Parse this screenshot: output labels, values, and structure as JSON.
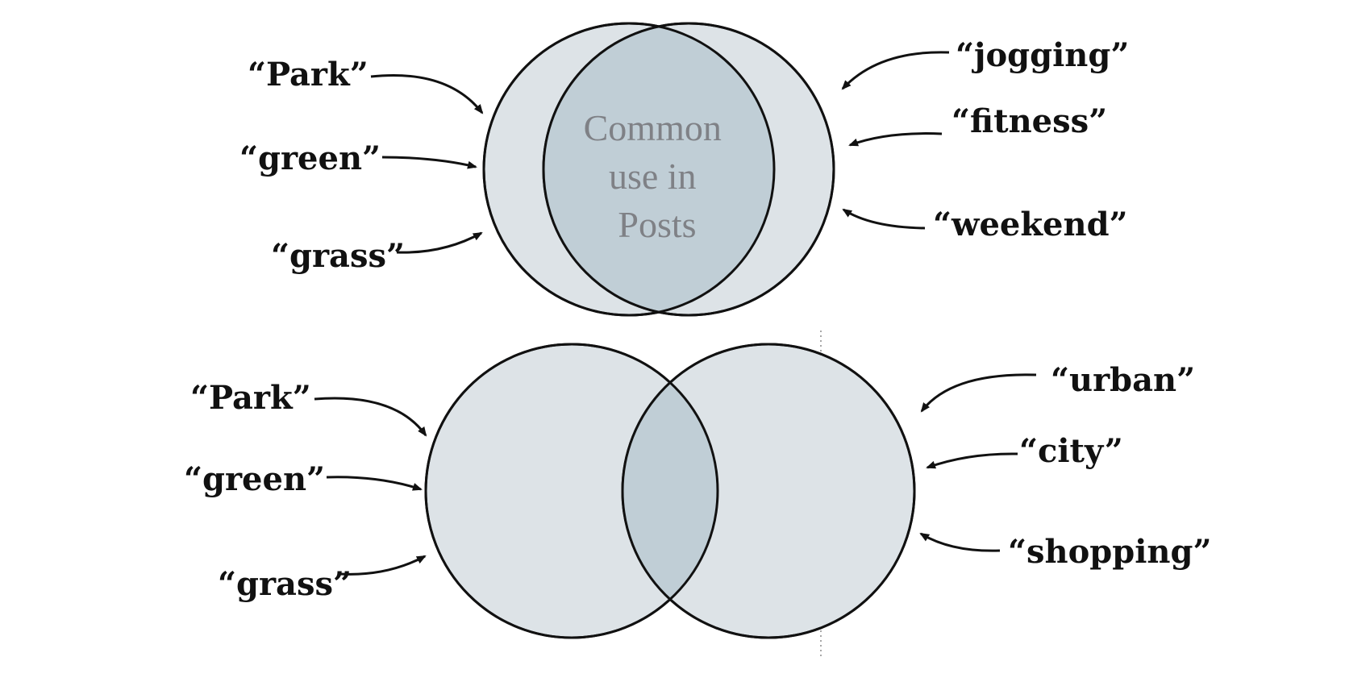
{
  "colors": {
    "circle_fill": "#dde3e7",
    "overlap_fill": "#c0ced6",
    "outline": "#111111",
    "center_text": "#7f8186"
  },
  "top_venn": {
    "left_terms": [
      "“Park”",
      "“green”",
      "“grass”"
    ],
    "right_terms": [
      "“jogging”",
      "“fitness”",
      "“weekend”"
    ],
    "overlap_label": [
      "Common",
      "use in",
      "Posts"
    ]
  },
  "bottom_venn": {
    "left_terms": [
      "“Park”",
      "“green”",
      "“grass”"
    ],
    "right_terms": [
      "“urban”",
      "“city”",
      "“shopping”"
    ]
  }
}
